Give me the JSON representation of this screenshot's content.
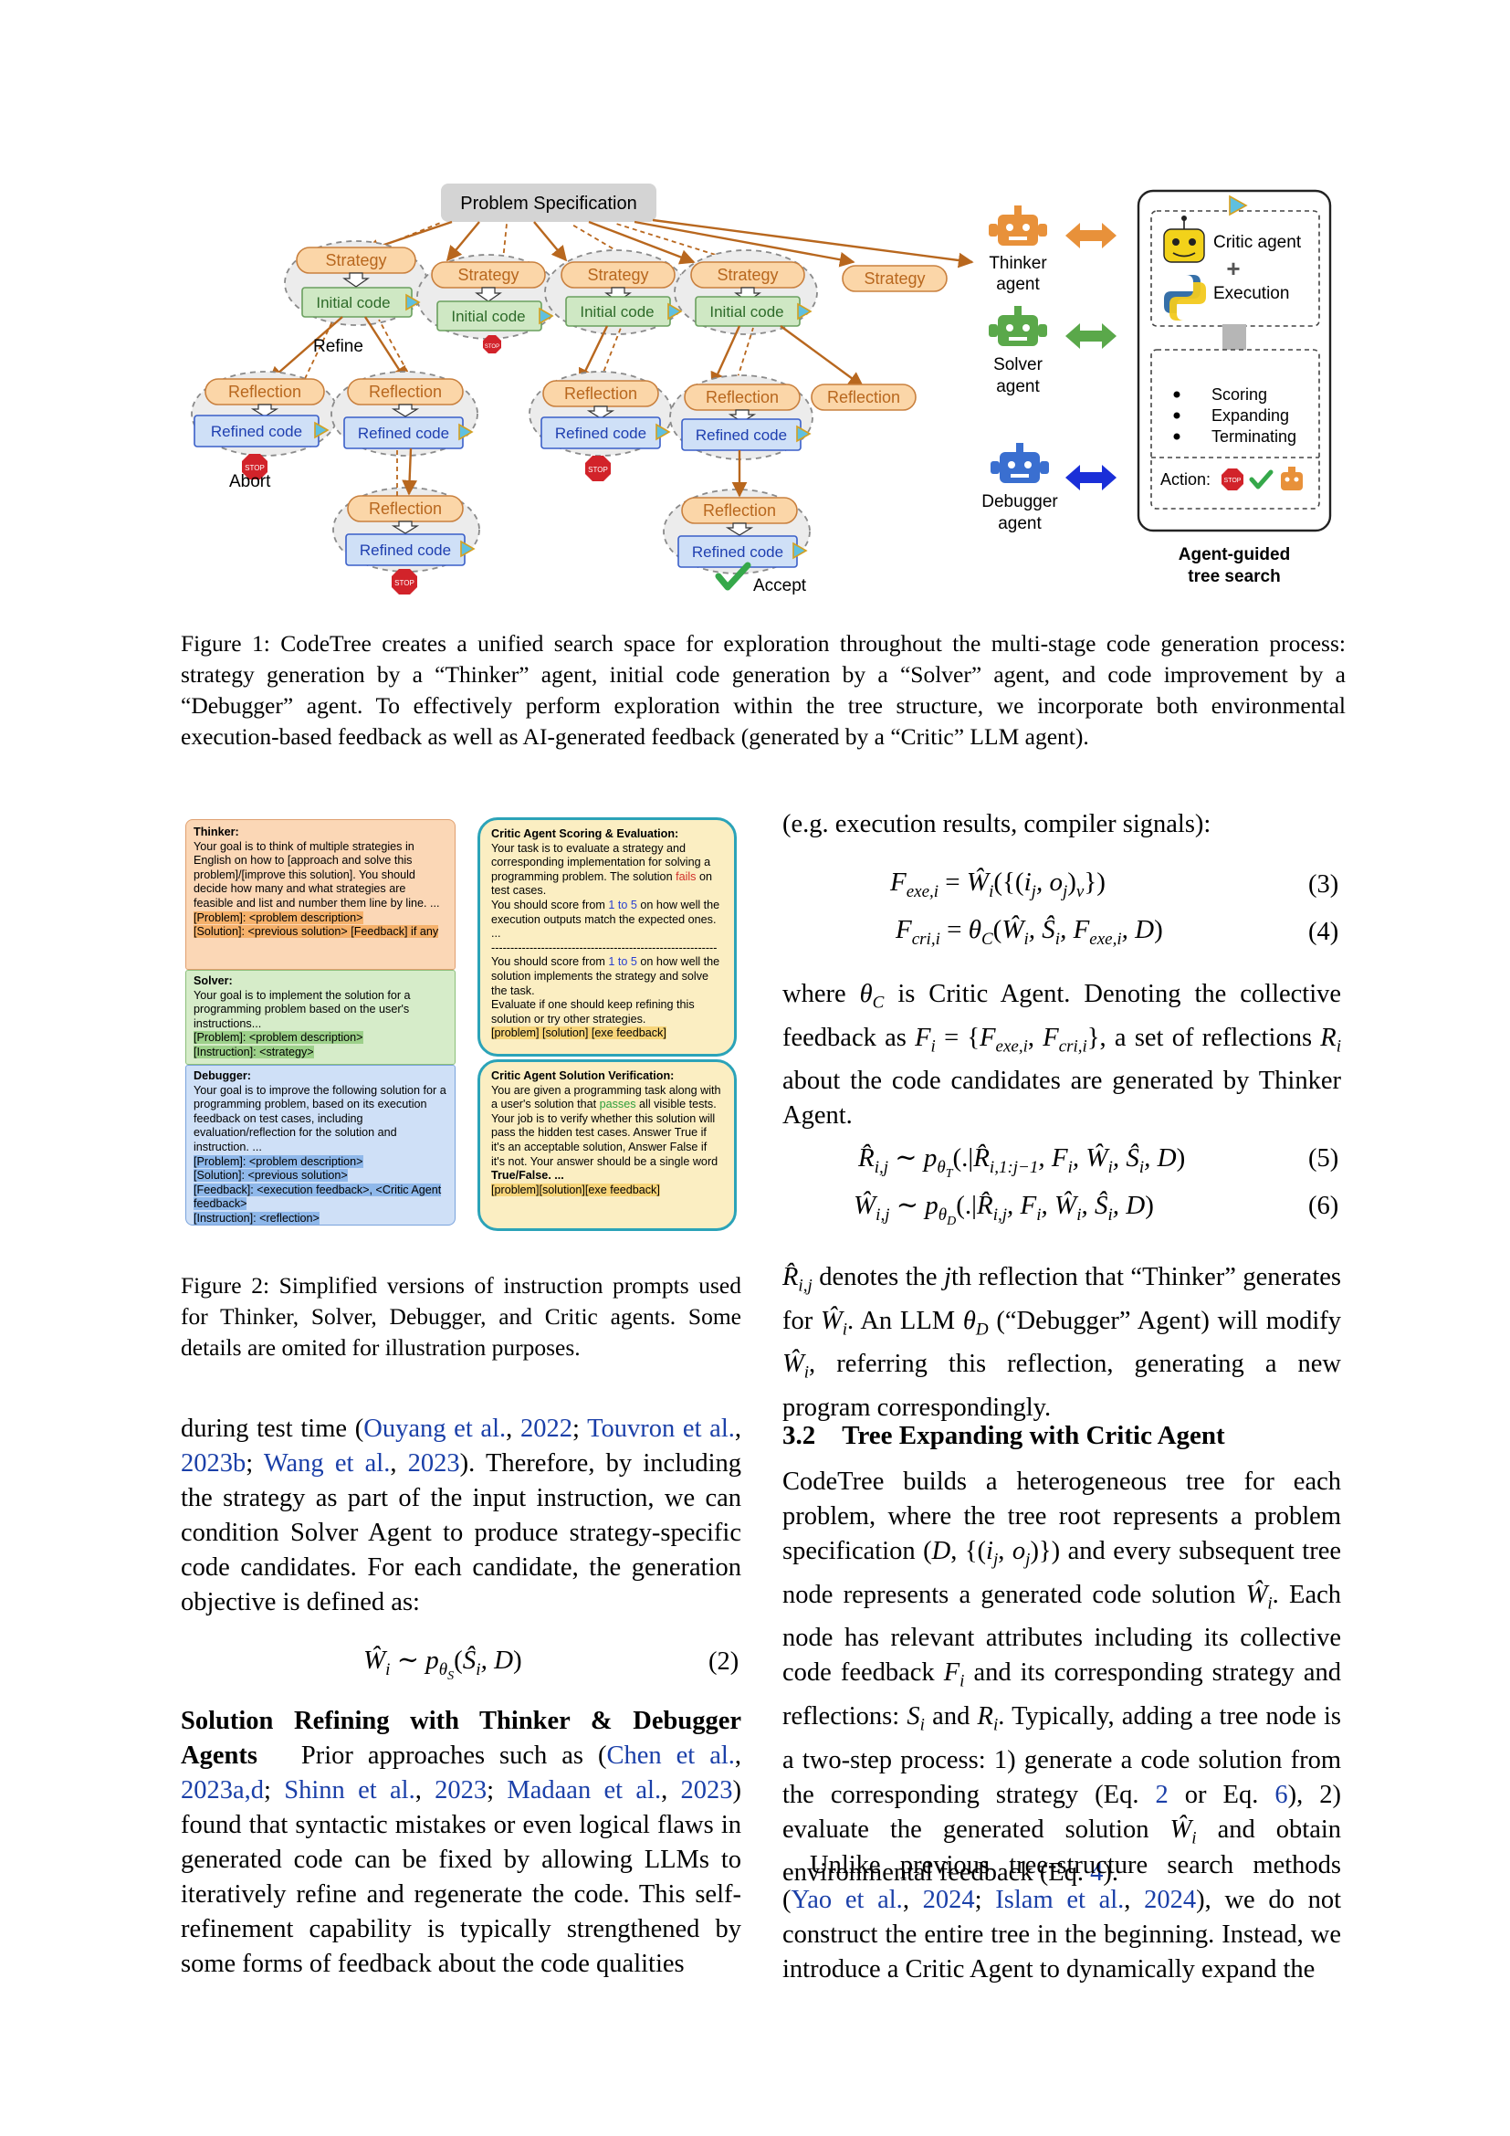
{
  "figure1": {
    "root": "Problem Specification",
    "strategy": "Strategy",
    "initial_code": "Initial code",
    "refine": "Refine",
    "reflection": "Reflection",
    "refined_code": "Refined code",
    "abort": "Abort",
    "accept": "Accept",
    "stop": "STOP",
    "thinker_agent": [
      "Thinker",
      "agent"
    ],
    "solver_agent": [
      "Solver",
      "agent"
    ],
    "debugger_agent": [
      "Debugger",
      "agent"
    ],
    "critic_agent": "Critic agent",
    "plus": "+",
    "execution": "Execution",
    "actions_list": [
      "Scoring",
      "Expanding",
      "Terminating"
    ],
    "action_label": "Action:",
    "tree_search_label": [
      "Agent-guided",
      "tree search"
    ],
    "caption": "Figure 1: CodeTree creates a unified search space for exploration throughout the multi-stage code generation process: strategy generation by a “Thinker” agent, initial code generation by a “Solver” agent, and code improvement by a “Debugger” agent. To effectively perform exploration within the tree structure, we incorporate both environmental execution-based feedback as well as AI-generated feedback (generated by a “Critic” LLM agent)."
  },
  "figure2": {
    "thinker": {
      "title": "Thinker:",
      "body": "Your goal is to think of multiple strategies in English on how to [approach and solve this problem]/[improve this solution]. You should decide how many and what strategies are feasible and list and number them line by line. ...",
      "line1": "[Problem]: <problem description>",
      "line2": "[Solution]: <previous solution> [Feedback] if any"
    },
    "solver": {
      "title": "Solver:",
      "body": "Your goal is to implement the solution for a programming problem based on the user's instructions...",
      "line1": "[Problem]: <problem description>",
      "line2": "[Instruction]: <strategy>"
    },
    "debugger": {
      "title": "Debugger:",
      "body": "Your goal is to improve the following solution for a programming problem, based on its execution feedback on test cases, including evaluation/reflection for the solution and instruction. ...",
      "line1": "[Problem]: <problem description>",
      "line2": "[Solution]: <previous solution>",
      "line3": "[Feedback]: <execution feedback>, <Critic Agent feedback>",
      "line4": "[Instruction]: <reflection>"
    },
    "critic_scoring": {
      "title": "Critic Agent Scoring & Evaluation:",
      "p1": "Your task is to evaluate a strategy and corresponding implementation for solving a programming problem. The solution",
      "fails": "fails",
      "p1b": "on test cases.",
      "p2a": "You should score from",
      "range": "1 to 5",
      "p2b": "on how well the execution outputs match the expected ones. ...",
      "divider": "-----------------------------------------------------------",
      "p3a": "You should score from",
      "p3b": "on how well the solution implements the strategy and solve the task.",
      "p4": "Evaluate if one should keep refining this solution or try other strategies.",
      "footer": "[problem] [solution] [exe feedback]"
    },
    "critic_verify": {
      "title": "Critic Agent Solution Verification:",
      "p1a": "You are given a programming task along with a user's solution that",
      "passes": "passes",
      "p1b": "all visible tests. Your job is to verify whether this solution will pass the hidden test cases. Answer True if it's an acceptable solution, Answer False if it's not. Your answer should be a single word",
      "truefalse": "True/False",
      "ellipsis": ". ...",
      "footer": "[problem][solution][exe feedback]"
    },
    "caption": "Figure 2: Simplified versions of instruction prompts used for Thinker, Solver, Debugger, and Critic agents. Some details are omited for illustration purposes."
  },
  "left_col": {
    "p1_a": "during test time (",
    "c1": "Ouyang et al.",
    "p1_b": ", ",
    "c2": "2022",
    "p1_c": "; ",
    "c3": "Touvron et al.",
    "p1_d": ", ",
    "c4": "2023b",
    "p1_e": "; ",
    "c5": "Wang et al.",
    "p1_f": ", ",
    "c6": "2023",
    "p1_g": "). Therefore, by including the strategy as part of the input instruction, we can condition Solver Agent to produce strategy-specific code candidates. For each candidate, the generation objective is defined as:",
    "eq2_num": "(2)",
    "h_bold": "Solution Refining with Thinker & Debugger Agents",
    "p2_a": "Prior approaches such as (",
    "d1": "Chen et al.",
    "p2_b": ", ",
    "d2": "2023a,d",
    "p2_c": "; ",
    "d3": "Shinn et al.",
    "p2_d": ", ",
    "d4": "2023",
    "p2_e": "; ",
    "d5": "Madaan et al.",
    "p2_f": ", ",
    "d6": "2023",
    "p2_g": ") found that syntactic mistakes or even logical flaws in generated code can be fixed by allowing LLMs to iteratively refine and regenerate the code. This self-refinement capability is typically strengthened by some forms of feedback about the code qualities"
  },
  "right_col": {
    "p0": "(e.g. execution results, compiler signals):",
    "eq3_num": "(3)",
    "eq4_num": "(4)",
    "p1_a": "where",
    "p1_b": "is Critic Agent. Denoting the collective feedback as",
    "p1_c": ", a set of reflections",
    "p1_d": "about the code candidates are generated by Thinker Agent.",
    "eq5_num": "(5)",
    "eq6_num": "(6)",
    "p2_a": "denotes the",
    "p2_b": "th reflection that “Thinker” generates for",
    "p2_c": ". An LLM",
    "p2_d": "(“Debugger” Agent) will modify",
    "p2_e": ", referring this reflection, generating a new program correspondingly.",
    "section_num": "3.2",
    "section_title": "Tree Expanding with Critic Agent",
    "p3_a": "CodeTree builds a heterogeneous tree for each problem, where the tree root represents a problem specification",
    "p3_b": "and every subsequent tree node represents a generated code solution",
    "p3_c": ". Each node has relevant attributes including its collective code feedback",
    "p3_d": "and its corresponding strategy and reflections:",
    "p3_e": "and",
    "p3_f": ". Typically, adding a tree node is a two-step process: 1) generate a code solution from the corresponding strategy (Eq.",
    "r1": "2",
    "p3_g": "or Eq.",
    "r2": "6",
    "p3_h": "), 2) evaluate the generated solution",
    "p3_i": "and obtain environmental feedback (Eq.",
    "r3": "4",
    "p3_j": ").",
    "p4_a": "Unlike previous tree-structure search methods (",
    "e1": "Yao et al.",
    "p4_b": ", ",
    "e2": "2024",
    "p4_c": "; ",
    "e3": "Islam et al.",
    "p4_d": ", ",
    "e4": "2024",
    "p4_e": "), we do not construct the entire tree in the beginning. Instead, we introduce a Critic Agent to dynamically expand the"
  },
  "colors": {
    "strategy_fill": "#fbd6a8",
    "strategy_text": "#b8671e",
    "initial_fill": "#cfe8c4",
    "initial_text": "#2e6b2a",
    "refined_fill": "#cfe0f7",
    "refined_text": "#1f3fb0",
    "arrow": "#b8671e",
    "stop": "#d2232a",
    "accept": "#35a84a",
    "citation": "#1a3fa8",
    "critic_border": "#2ba3b8"
  }
}
